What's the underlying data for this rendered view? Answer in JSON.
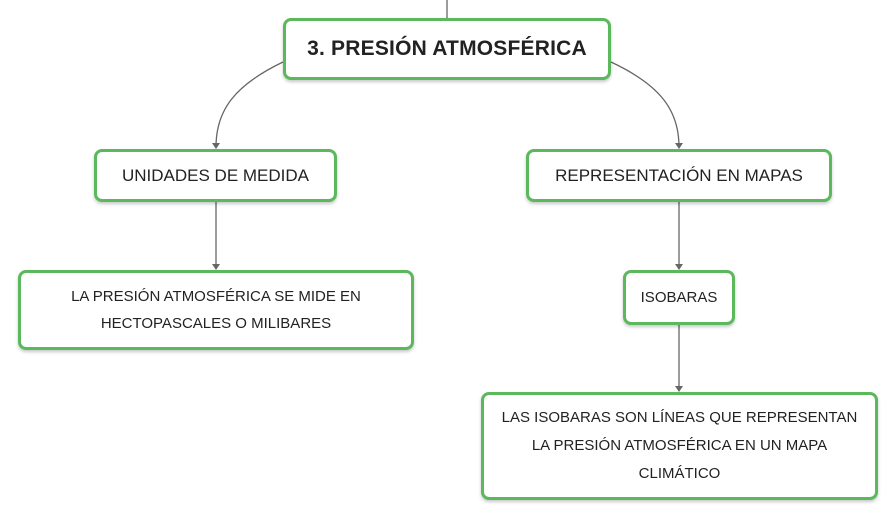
{
  "diagram": {
    "root": {
      "label": "3. PRESIÓN ATMOSFÉRICA"
    },
    "branches": [
      {
        "label": "UNIDADES DE MEDIDA",
        "children": [
          {
            "label": "LA PRESIÓN ATMOSFÉRICA SE MIDE EN HECTOPASCALES O MILIBARES"
          }
        ]
      },
      {
        "label": "REPRESENTACIÓN EN MAPAS",
        "children": [
          {
            "label": "ISOBARAS",
            "children": [
              {
                "label": "LAS ISOBARAS SON LÍNEAS QUE REPRESENTAN LA PRESIÓN ATMOSFÉRICA EN UN MAPA CLIMÁTICO"
              }
            ]
          }
        ]
      }
    ],
    "colors": {
      "node_border": "#5cb85c",
      "connector": "#666666",
      "text": "#222222"
    }
  }
}
